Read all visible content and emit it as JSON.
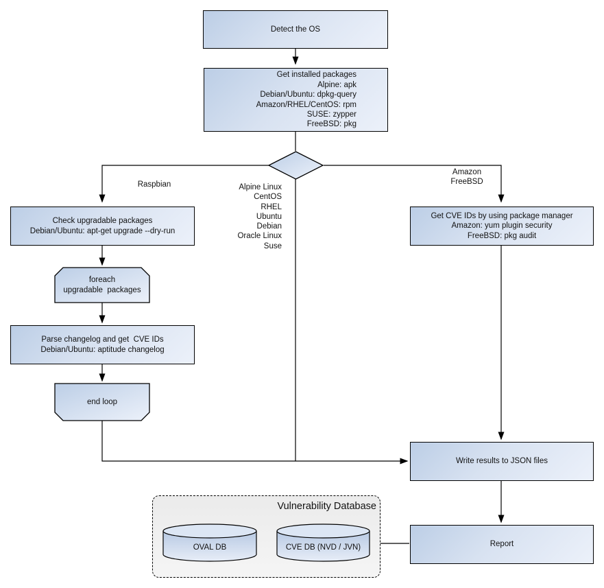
{
  "nodes": {
    "detect_os": "Detect the OS",
    "get_installed_packages": "Get installed packages\nAlpine: apk\nDebian/Ubuntu: dpkg-query\nAmazon/RHEL/CentOS: rpm\nSUSE: zypper\nFreeBSD: pkg",
    "check_upgradable_packages": "Check upgradable packages\nDebian/Ubuntu: apt-get upgrade --dry-run",
    "foreach_loop": "foreach\nupgradable  packages",
    "parse_changelog": "Parse changelog and get  CVE IDs\nDebian/Ubuntu: aptitude changelog",
    "end_loop": "end loop",
    "get_cve_ids": "Get CVE IDs by using package manager\nAmazon: yum plugin security\nFreeBSD: pkg audit",
    "write_results": "Write results to JSON files",
    "report": "Report"
  },
  "branch_labels": {
    "raspbian": "Raspbian",
    "amazon_freebsd": "Amazon\nFreeBSD",
    "os_list": "Alpine Linux\nCentOS\nRHEL\nUbuntu\nDebian\nOracle Linux\nSuse"
  },
  "database": {
    "title": "Vulnerability Database",
    "oval_db": "OVAL DB",
    "cve_db": "CVE DB (NVD / JVN)"
  },
  "colors": {
    "node_fill_start": "#bccee6",
    "node_fill_end": "#ecf1fa",
    "cylinder_fill_top": "#b7c9e3",
    "cylinder_fill_bottom": "#e7edf7",
    "cylinder_cap": "#dce6f4",
    "node_border": "#000000",
    "line": "#000000",
    "container_fill": "#f0f0f0"
  }
}
